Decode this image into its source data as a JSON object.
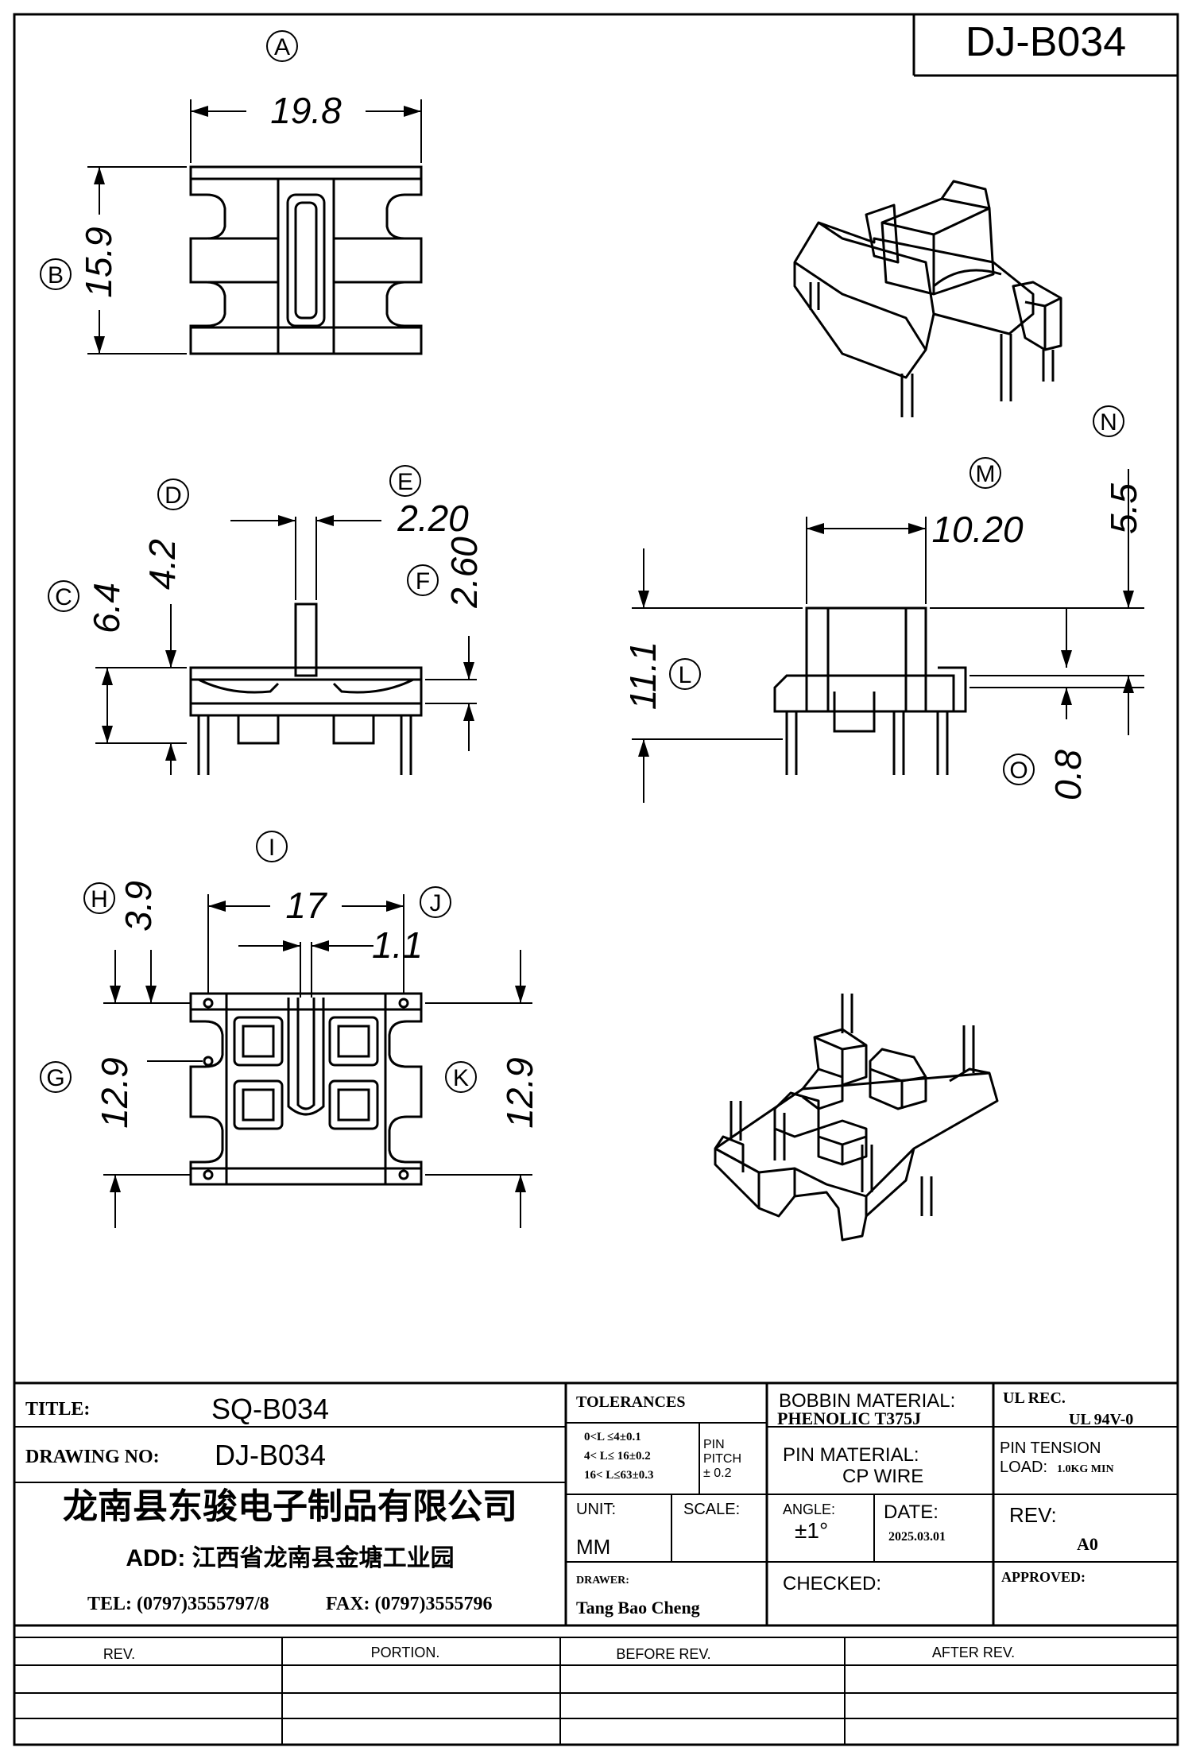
{
  "drawing_code": "DJ-B034",
  "views": {
    "top": {
      "label_a": "A",
      "dim_width": "19.8",
      "label_b": "B",
      "dim_height": "15.9"
    },
    "front": {
      "label_d": "D",
      "dim_d": "4.2",
      "label_e": "E",
      "dim_e": "2.20",
      "label_c": "C",
      "dim_c": "6.4",
      "label_f": "F",
      "dim_f": "2.60"
    },
    "side": {
      "label_m": "M",
      "dim_m": "10.20",
      "label_n": "N",
      "dim_n": "5.5",
      "label_l": "L",
      "dim_l": "11.1",
      "label_o": "O",
      "dim_o": "0.8"
    },
    "bottom": {
      "label_i": "I",
      "dim_i": "17",
      "label_h": "H",
      "dim_h": "3.9",
      "label_j": "J",
      "dim_j": "1.1",
      "label_g": "G",
      "dim_g": "12.9",
      "label_k": "K",
      "dim_k": "12.9"
    }
  },
  "title_block": {
    "title_label": "TITLE:",
    "title_value": "SQ-B034",
    "drawing_no_label": "DRAWING NO:",
    "drawing_no_value": "DJ-B034",
    "company": "龙南县东骏电子制品有限公司",
    "address": "ADD: 江西省龙南县金塘工业园",
    "tel": "TEL: (0797)3555797/8",
    "fax": "FAX: (0797)3555796",
    "tolerances_label": "TOLERANCES",
    "tol_line1": "0<L ≤4±0.1",
    "tol_line2": "4< L≤  16±0.2",
    "tol_line3": "16< L≤63±0.3",
    "pin_pitch_1": "PIN",
    "pin_pitch_2": "PITCH",
    "pin_pitch_3": "± 0.2",
    "unit_label": "UNIT:",
    "unit_value": "MM",
    "scale_label": "SCALE:",
    "drawer_label": "DRAWER:",
    "drawer_value": "Tang Bao Cheng",
    "bobbin_label": "BOBBIN MATERIAL:",
    "bobbin_value": "PHENOLIC T375J",
    "pin_material_label": "PIN MATERIAL:",
    "pin_material_value": "CP WIRE",
    "angle_label": "ANGLE:",
    "angle_value": "±1°",
    "date_label": "DATE:",
    "date_value": "2025.03.01",
    "checked_label": "CHECKED:",
    "ul_label": "UL REC.",
    "ul_value": "UL  94V-0",
    "pin_tension_1": "PIN TENSION",
    "pin_tension_2": "LOAD:",
    "pin_tension_value": "1.0KG MIN",
    "rev_label": "REV:",
    "rev_value": "A0",
    "approved_label": "APPROVED:"
  },
  "revision_table": {
    "headers": [
      "REV.",
      "PORTION.",
      "BEFORE REV.",
      "AFTER REV."
    ]
  }
}
